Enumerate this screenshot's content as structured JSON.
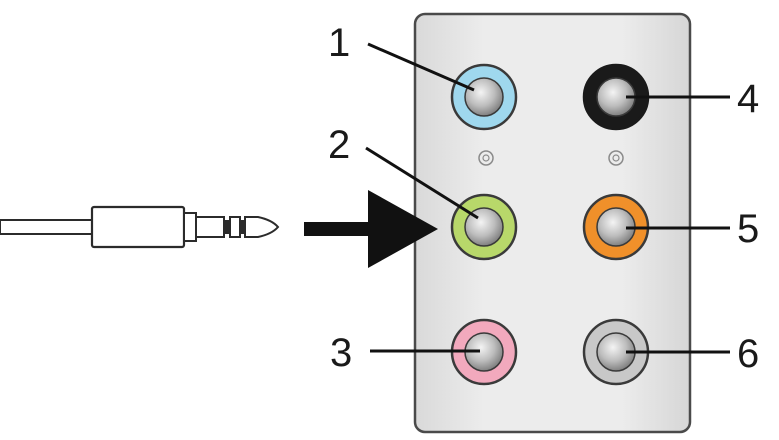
{
  "callouts": [
    {
      "number": "1",
      "jack_color": "#9fd8ee"
    },
    {
      "number": "2",
      "jack_color": "#b8d86a"
    },
    {
      "number": "3",
      "jack_color": "#f2a9bd"
    },
    {
      "number": "4",
      "jack_color": "#1a1a1a"
    },
    {
      "number": "5",
      "jack_color": "#f0902a"
    },
    {
      "number": "6",
      "jack_color": "#c8c8c8"
    }
  ],
  "colors": {
    "panel": "#e3e3e3",
    "panel_border": "#4a4a4a",
    "arrow": "#111111",
    "plug_outline": "#2b2b2b"
  },
  "icons": {
    "plug": "audio-plug-icon",
    "arrow": "insert-arrow-icon",
    "indicator": "ring-indicator-icon"
  }
}
